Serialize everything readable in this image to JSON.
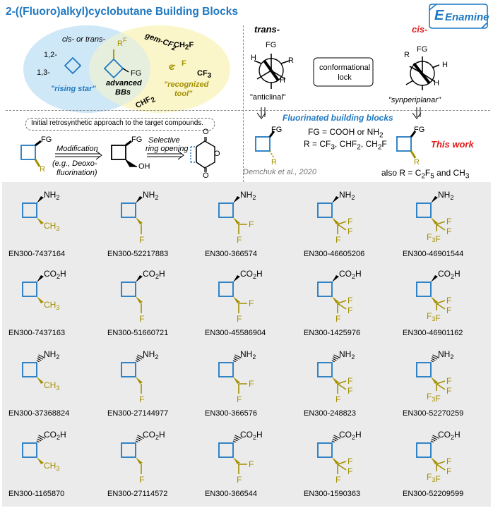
{
  "title": "2-((Fluoro)alkyl)cyclobutane Building Blocks",
  "logo": "Enamine",
  "venn": {
    "left": {
      "top_label": "cis- or trans-",
      "pos1": "1,2-",
      "pos2": "1,3-",
      "caption": "\"rising star\""
    },
    "center": {
      "sub_r": "R",
      "sub_f": "F",
      "sub_fg": "FG",
      "caption_line1": "advanced",
      "caption_line2": "BBs"
    },
    "right": {
      "g1": "gem-CF",
      "g1_sub": "2",
      "g2": "CH",
      "g2_sub": "2",
      "g2_end": "F",
      "g3": "C",
      "g3_end": "F",
      "g4": "CF",
      "g4_sub": "3",
      "g5": "CHF",
      "g5_sub": "2",
      "caption_line1": "\"recognized",
      "caption_line2": "tool\""
    }
  },
  "conformers": {
    "trans_label": "trans-",
    "cis_label": "cis-",
    "trans_caption": "\"anticlinal\"",
    "cis_caption": "\"synperiplanar\"",
    "lock_line1": "conformational",
    "lock_line2": "lock",
    "fg": "FG",
    "h": "H",
    "r": "R"
  },
  "retro": {
    "heading": "Initial retrosynthetic approach to the target compounds.",
    "fg": "FG",
    "r": "R",
    "oh": "OH",
    "o": "O",
    "step1": "Modification",
    "step1_note_line1": "(e.g., Deoxo-",
    "step1_note_line2": "fluorination)",
    "step2_line1": "Selective",
    "step2_line2": "ring opening"
  },
  "fluorinated": {
    "heading": "Fluorinated building blocks",
    "fg_def": "FG = COOH or NH",
    "fg_def_sub": "2",
    "r_def": "R = CF",
    "r_def_tail": ", CHF",
    "r_def_tail2": ", CH",
    "r_def_end": "F",
    "citation": "Demchuk et al., 2020",
    "this_work": "This work",
    "also": "also R = C",
    "also_sub1": "2",
    "also_mid": "F",
    "also_sub2": "5",
    "also_end": " and CH",
    "also_sub3": "3",
    "fg": "FG",
    "r": "R"
  },
  "compounds": [
    {
      "code": "EN300-7437164",
      "fg": "NH2",
      "r": "CH3",
      "stereo": "wedge"
    },
    {
      "code": "EN300-52217883",
      "fg": "NH2",
      "r": "CH2F",
      "stereo": "wedge"
    },
    {
      "code": "EN300-366574",
      "fg": "NH2",
      "r": "CHF2",
      "stereo": "wedge"
    },
    {
      "code": "EN300-46605206",
      "fg": "NH2",
      "r": "CF3",
      "stereo": "wedge"
    },
    {
      "code": "EN300-46901544",
      "fg": "NH2",
      "r": "C2F5",
      "stereo": "wedge"
    },
    {
      "code": "EN300-7437163",
      "fg": "CO2H",
      "r": "CH3",
      "stereo": "wedge"
    },
    {
      "code": "EN300-51660721",
      "fg": "CO2H",
      "r": "CH2F",
      "stereo": "wedge"
    },
    {
      "code": "EN300-45586904",
      "fg": "CO2H",
      "r": "CHF2",
      "stereo": "wedge"
    },
    {
      "code": "EN300-1425976",
      "fg": "CO2H",
      "r": "CF3",
      "stereo": "wedge"
    },
    {
      "code": "EN300-46901162",
      "fg": "CO2H",
      "r": "C2F5",
      "stereo": "wedge"
    },
    {
      "code": "EN300-37368824",
      "fg": "NH2",
      "r": "CH3",
      "stereo": "hash"
    },
    {
      "code": "EN300-27144977",
      "fg": "NH2",
      "r": "CH2F",
      "stereo": "hash"
    },
    {
      "code": "EN300-366576",
      "fg": "NH2",
      "r": "CHF2",
      "stereo": "hash"
    },
    {
      "code": "EN300-248823",
      "fg": "NH2",
      "r": "CF3",
      "stereo": "hash"
    },
    {
      "code": "EN300-52270259",
      "fg": "NH2",
      "r": "C2F5",
      "stereo": "hash"
    },
    {
      "code": "EN300-1165870",
      "fg": "CO2H",
      "r": "CH3",
      "stereo": "hash"
    },
    {
      "code": "EN300-27114572",
      "fg": "CO2H",
      "r": "CH2F",
      "stereo": "hash"
    },
    {
      "code": "EN300-366544",
      "fg": "CO2H",
      "r": "CHF2",
      "stereo": "hash"
    },
    {
      "code": "EN300-1590363",
      "fg": "CO2H",
      "r": "CF3",
      "stereo": "hash"
    },
    {
      "code": "EN300-52209599",
      "fg": "CO2H",
      "r": "C2F5",
      "stereo": "hash"
    }
  ],
  "glyph_text": {
    "nh": "NH",
    "co": "CO",
    "h": "H",
    "two": "2",
    "ch": "CH",
    "three": "3",
    "f": "F",
    "c": "F"
  },
  "colors": {
    "blue": "#1f78c1",
    "olive": "#a39000",
    "red": "#e01b1b",
    "venn_left": "#cfe8f7",
    "venn_right": "#fbf6c6",
    "panel": "#ebebeb"
  }
}
